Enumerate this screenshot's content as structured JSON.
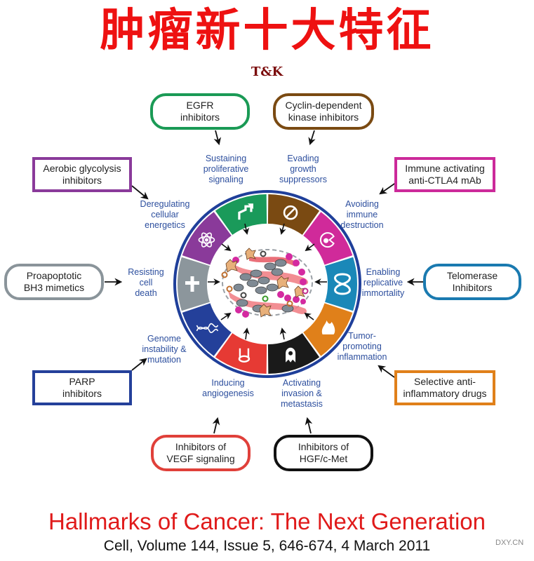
{
  "header": {
    "title": "肿瘤新十大特征",
    "subtitle": "T&K"
  },
  "drugs": {
    "egfr": {
      "label": "EGFR\ninhibitors",
      "color": "#1a9a55"
    },
    "cdk": {
      "label": "Cyclin-dependent\nkinase inhibitors",
      "color": "#7a4a12"
    },
    "glycolysis": {
      "label": "Aerobic glycolysis\ninhibitors",
      "color": "#8a3a9a"
    },
    "ctla4": {
      "label": "Immune activating\nanti-CTLA4 mAb",
      "color": "#cc2a9a"
    },
    "bh3": {
      "label": "Proapoptotic\nBH3 mimetics",
      "color": "#8a949a"
    },
    "telomerase": {
      "label": "Telomerase\nInhibitors",
      "color": "#1a7ab0"
    },
    "parp": {
      "label": "PARP\ninhibitors",
      "color": "#24409a"
    },
    "antiinflam": {
      "label": "Selective anti-\ninflammatory drugs",
      "color": "#e0801a"
    },
    "vegf": {
      "label": "Inhibitors of\nVEGF signaling",
      "color": "#e0403a"
    },
    "hgf": {
      "label": "Inhibitors of\nHGF/c-Met",
      "color": "#111111"
    }
  },
  "hallmarks": {
    "proliferative": "Sustaining\nproliferative\nsignaling",
    "growth": "Evading\ngrowth\nsuppressors",
    "energetics": "Deregulating\ncellular\nenergetics",
    "immune": "Avoiding\nimmune\ndestruction",
    "death": "Resisting\ncell\ndeath",
    "immortality": "Enabling\nreplicative\nimmortality",
    "genome": "Genome\ninstability &\nmutation",
    "inflammation": "Tumor-\npromoting\ninflammation",
    "angiogenesis": "Inducing\nangiogenesis",
    "invasion": "Activating\ninvasion &\nmetastasis"
  },
  "wheel": {
    "ring_color": "#1f3f9a",
    "segments": [
      {
        "name": "proliferative",
        "color": "#1a9a5a",
        "icon": "arrow-icon"
      },
      {
        "name": "growth",
        "color": "#7a4a12",
        "icon": "prohibit-icon"
      },
      {
        "name": "immune",
        "color": "#d02a9a",
        "icon": "immune-cell-icon"
      },
      {
        "name": "immortality",
        "color": "#1a88b8",
        "icon": "infinity-icon"
      },
      {
        "name": "inflammation",
        "color": "#e0801a",
        "icon": "flame-icon"
      },
      {
        "name": "invasion",
        "color": "#1a1a1a",
        "icon": "ghost-cell-icon"
      },
      {
        "name": "angiogenesis",
        "color": "#e63a34",
        "icon": "vessel-icon"
      },
      {
        "name": "genome",
        "color": "#24409a",
        "icon": "dna-icon"
      },
      {
        "name": "death",
        "color": "#8c969c",
        "icon": "cross-icon"
      },
      {
        "name": "energetics",
        "color": "#8a3a9a",
        "icon": "atom-icon"
      }
    ]
  },
  "footer": {
    "title": "Hallmarks of Cancer: The Next Generation",
    "citation": "Cell, Volume 144, Issue 5, 646-674, 4 March 2011",
    "watermark": "DXY.CN"
  }
}
